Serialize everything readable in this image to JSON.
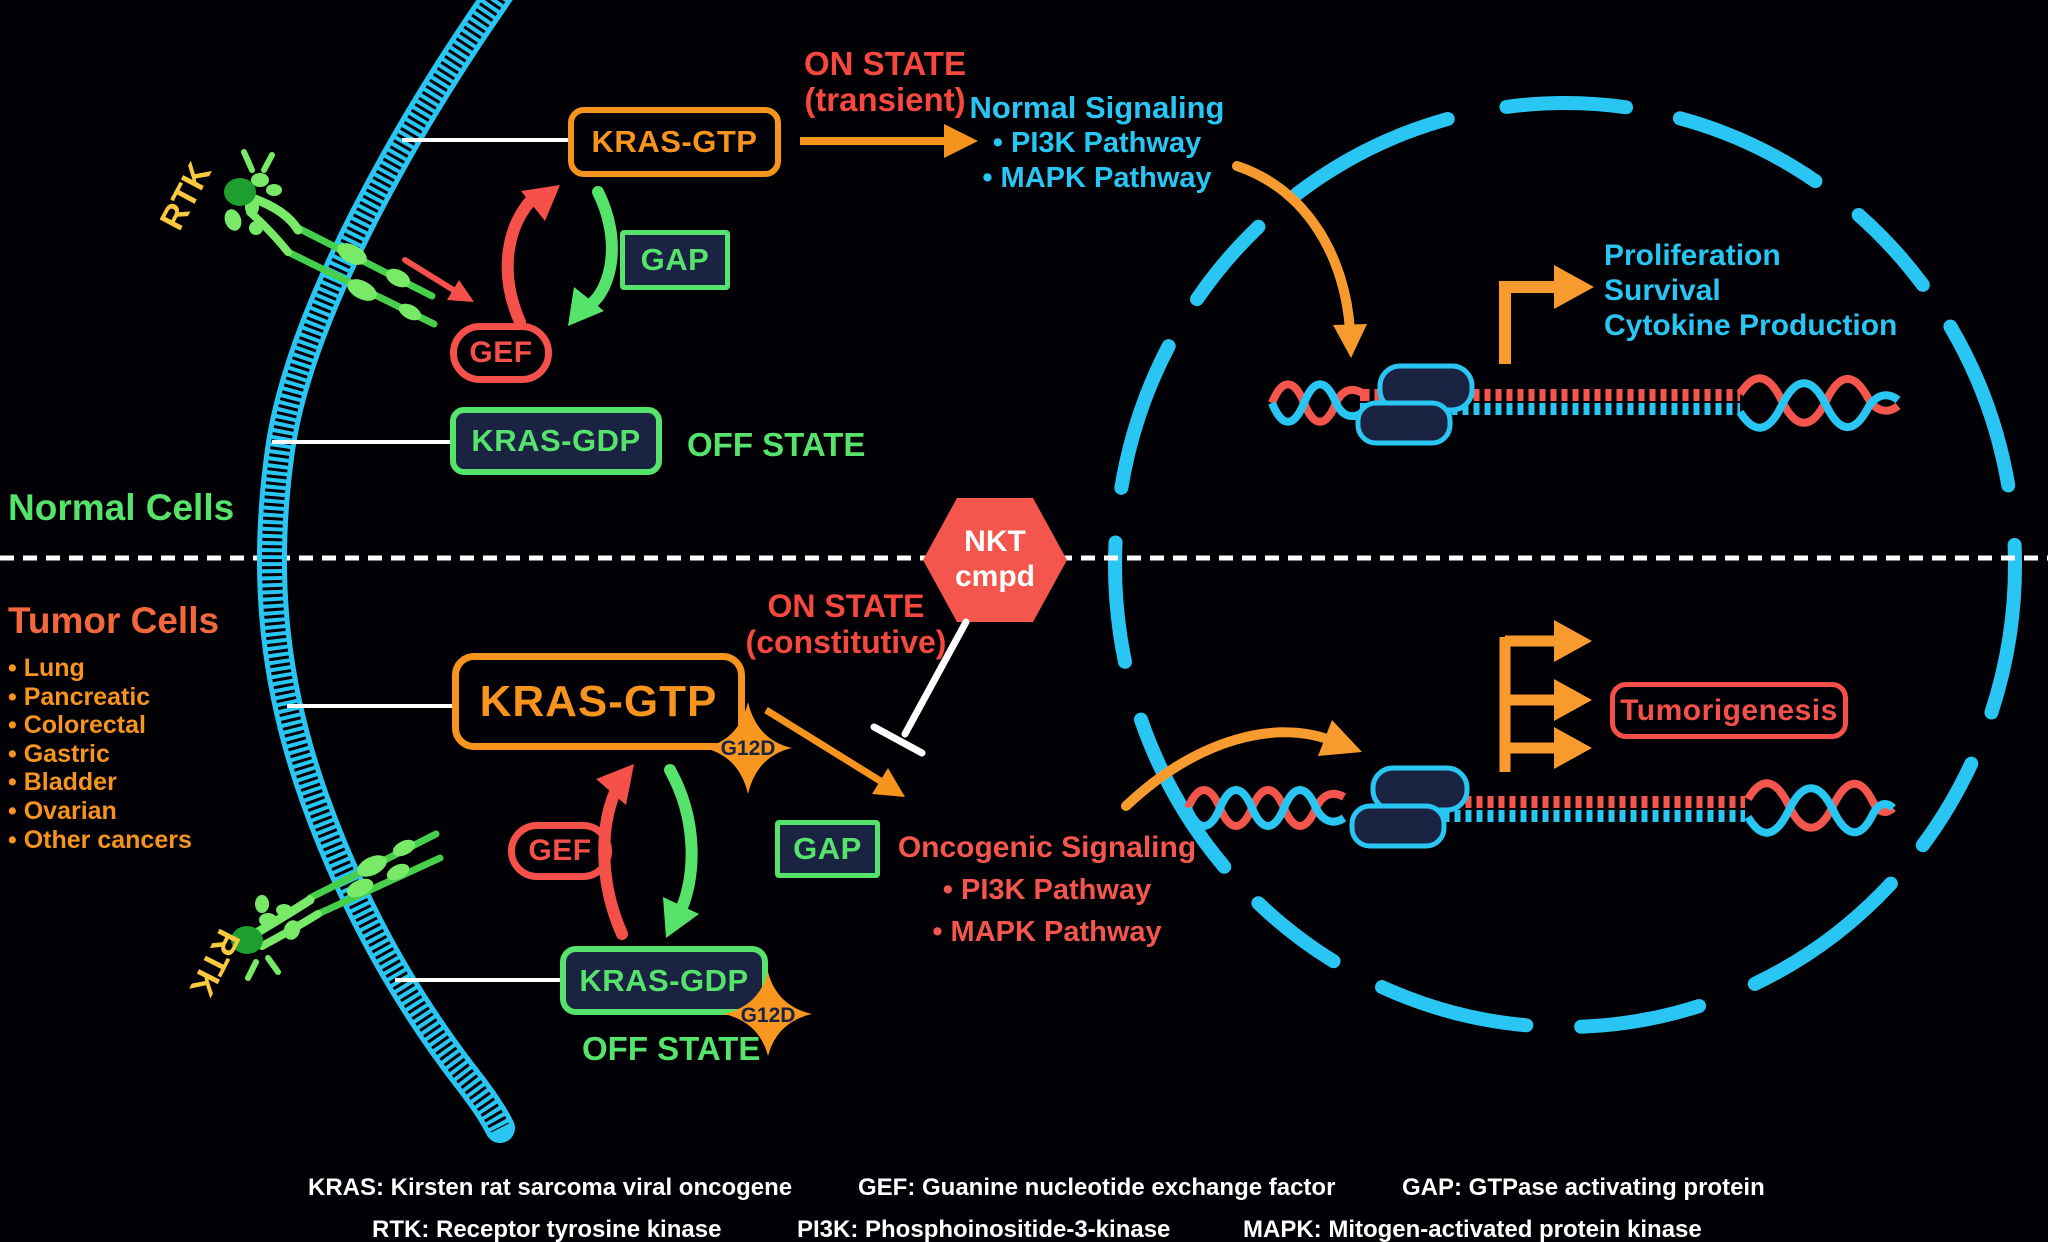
{
  "bullet": "•",
  "labels": {
    "rtk": "RTK",
    "normal_cells": "Normal Cells",
    "tumor_cells": "Tumor Cells"
  },
  "normal": {
    "kras_gtp": "KRAS-GTP",
    "on_state": "ON STATE",
    "on_state_note": "(transient)",
    "gap": "GAP",
    "gef": "GEF",
    "kras_gdp": "KRAS-GDP",
    "off_state": "OFF STATE",
    "signaling_title": "Normal Signaling",
    "pathway_1": "PI3K Pathway",
    "pathway_2": "MAPK Pathway",
    "outcome_1": "Proliferation",
    "outcome_2": "Survival",
    "outcome_3": "Cytokine Production"
  },
  "tumor": {
    "cancers": [
      "Lung",
      "Pancreatic",
      "Colorectal",
      "Gastric",
      "Bladder",
      "Ovarian",
      "Other cancers"
    ],
    "kras_gtp": "KRAS-GTP",
    "mutation": "G12D",
    "on_state": "ON STATE",
    "on_state_note": "(constitutive)",
    "gef": "GEF",
    "gap": "GAP",
    "kras_gdp": "KRAS-GDP",
    "off_state": "OFF STATE",
    "signaling_title": "Oncogenic Signaling",
    "pathway_1": "PI3K Pathway",
    "pathway_2": "MAPK Pathway",
    "outcome": "Tumorigenesis"
  },
  "inhibitor": {
    "line1": "NKT",
    "line2": "cmpd"
  },
  "legend": {
    "row1": [
      "KRAS: Kirsten rat sarcoma viral oncogene",
      "GEF: Guanine nucleotide exchange factor",
      "GAP: GTPase activating protein"
    ],
    "row2": [
      "RTK: Receptor tyrosine kinase",
      "PI3K: Phosphoinositide-3-kinase",
      "MAPK: Mitogen-activated protein kinase"
    ]
  },
  "colors": {
    "cyan": "#29c6f4",
    "orange": "#f7941e",
    "red": "#f6504a",
    "green": "#55e36c",
    "yellow": "#fbc93d",
    "navy": "#1b2342",
    "white": "#ffffff"
  }
}
